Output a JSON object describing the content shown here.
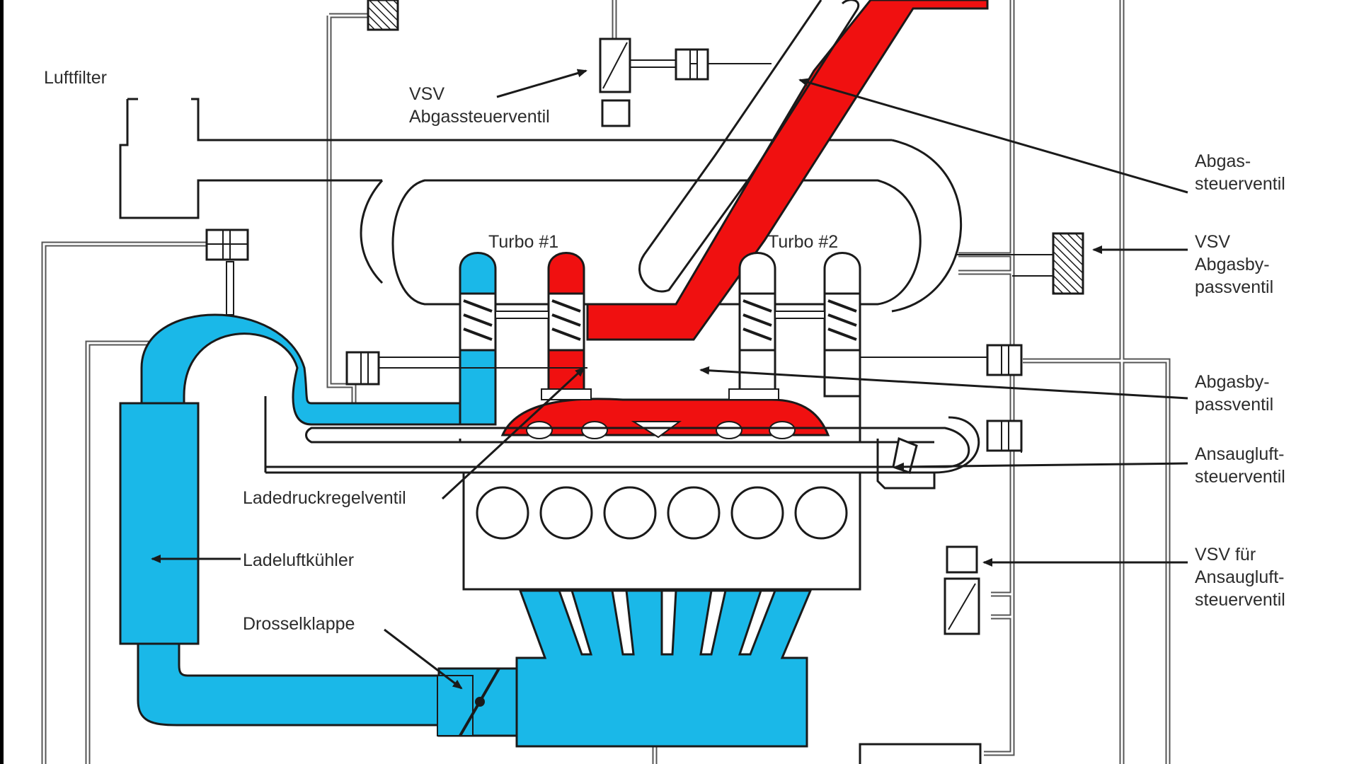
{
  "labels": {
    "luftfilter": "Luftfilter",
    "vsv_abgas_1": "VSV",
    "vsv_abgas_2": "Abgassteuerventil",
    "turbo1": "Turbo #1",
    "turbo2": "Turbo #2",
    "abgassteuer_1": "Abgas-",
    "abgassteuer_2": "steuerventil",
    "vsv_bypass_1": "VSV",
    "vsv_bypass_2": "Abgasby-",
    "vsv_bypass_3": "passventil",
    "bypass_1": "Abgasby-",
    "bypass_2": "passventil",
    "ansaug_1": "Ansaugluft-",
    "ansaug_2": "steuerventil",
    "ladedruck": "Ladedruckregelventil",
    "ladeluft": "Ladeluftkühler",
    "drossel": "Drosselklappe",
    "vsv_ansaug_1": "VSV für",
    "vsv_ansaug_2": "Ansaugluft-",
    "vsv_ansaug_3": "steuerventil"
  },
  "colors": {
    "intake": "#1ab8e8",
    "exhaust": "#f01010",
    "outline": "#1a1a1a",
    "background": "#ffffff"
  }
}
